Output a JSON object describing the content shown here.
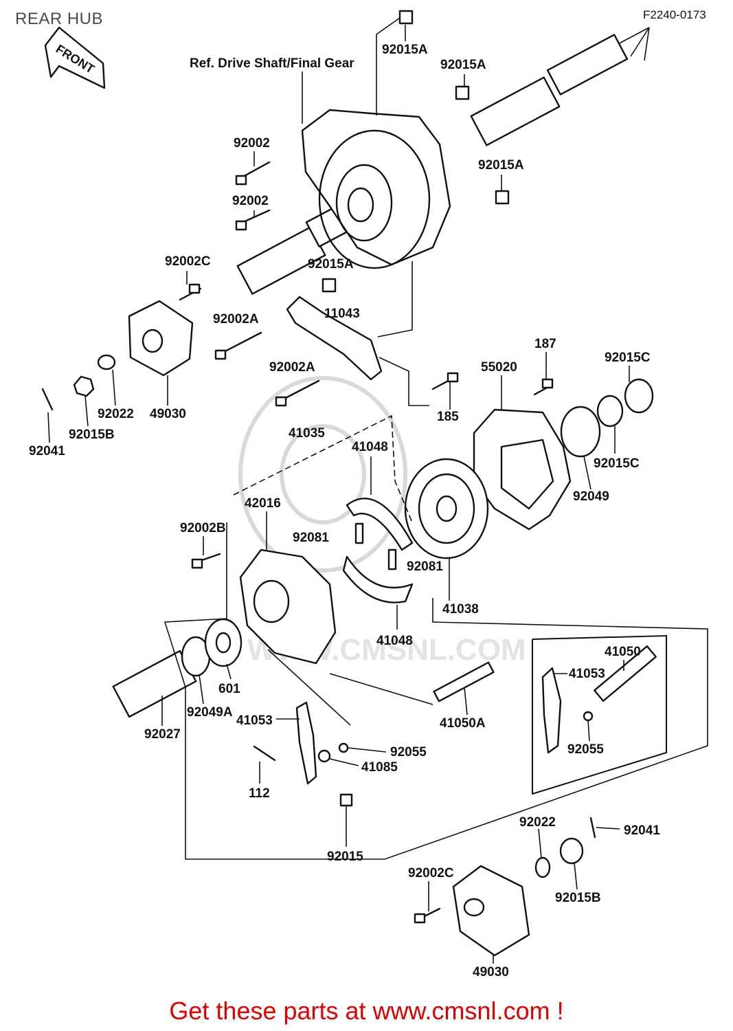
{
  "header": {
    "title": "REAR HUB",
    "figure_code": "F2240-0173"
  },
  "front_arrow": {
    "label": "FRONT"
  },
  "watermark": {
    "text": "WWW.CMSNL.COM"
  },
  "footer": {
    "text": "Get these parts at www.cmsnl.com !"
  },
  "labels": {
    "ref_drive_shaft": "Ref. Drive Shaft/Final Gear",
    "p92015A_1": "92015A",
    "p92015A_2": "92015A",
    "p92015A_3": "92015A",
    "p92015A_4": "92015A",
    "p92002_1": "92002",
    "p92002_2": "92002",
    "p92002C_1": "92002C",
    "p92002C_2": "92002C",
    "p92002A_1": "92002A",
    "p92002A_2": "92002A",
    "p11043": "11043",
    "p187": "187",
    "p185": "185",
    "p55020": "55020",
    "p92015C_1": "92015C",
    "p92015C_2": "92015C",
    "p92049": "92049",
    "p41035": "41035",
    "p41048_1": "41048",
    "p41048_2": "41048",
    "p42016": "42016",
    "p92002B": "92002B",
    "p92081_1": "92081",
    "p92081_2": "92081",
    "p41038": "41038",
    "p49030_1": "49030",
    "p49030_2": "49030",
    "p92022_1": "92022",
    "p92022_2": "92022",
    "p92015B_1": "92015B",
    "p92015B_2": "92015B",
    "p92041_1": "92041",
    "p92041_2": "92041",
    "p601": "601",
    "p92049A": "92049A",
    "p92027": "92027",
    "p41053_1": "41053",
    "p41053_2": "41053",
    "p92055_1": "92055",
    "p92055_2": "92055",
    "p41085": "41085",
    "p112": "112",
    "p92015": "92015",
    "p41050": "41050",
    "p41050A": "41050A"
  }
}
